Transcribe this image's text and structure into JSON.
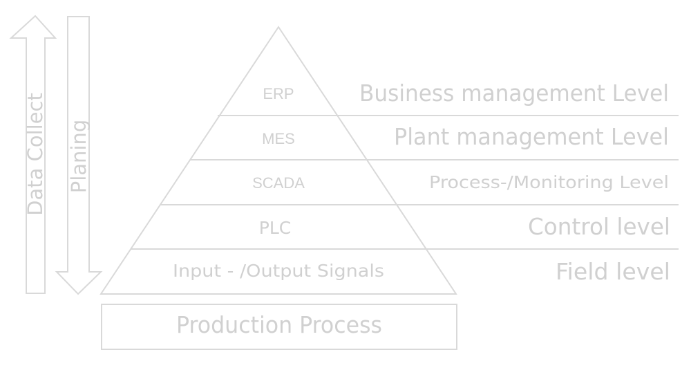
{
  "colors": {
    "stroke": "#d9d9d9",
    "text": "#d0d0d0",
    "background": "#ffffff"
  },
  "arrows": {
    "up": {
      "label": "Data Collect",
      "icon": "arrow-up-icon"
    },
    "down": {
      "label": "Planing",
      "icon": "arrow-down-icon"
    }
  },
  "pyramid": {
    "tiers": [
      {
        "system": "ERP",
        "level": "Business management Level"
      },
      {
        "system": "MES",
        "level": "Plant management Level"
      },
      {
        "system": "SCADA",
        "level": "Process-/Monitoring Level"
      },
      {
        "system": "PLC",
        "level": "Control level"
      },
      {
        "system": "Input - /Output Signals",
        "level": "Field level"
      }
    ]
  },
  "base": {
    "label": "Production Process"
  }
}
